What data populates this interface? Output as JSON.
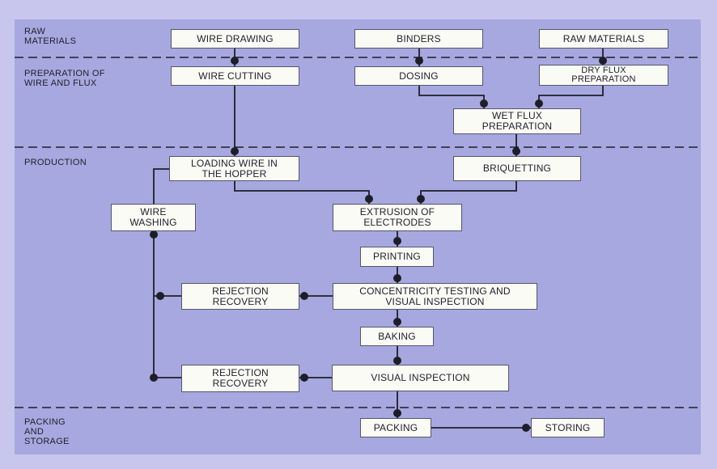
{
  "stages": {
    "raw_materials": "RAW\nMATERIALS",
    "preparation": "PREPARATION OF\nWIRE AND FLUX",
    "production": "PRODUCTION",
    "packing": "PACKING\nAND\nSTORAGE"
  },
  "boxes": {
    "wire_drawing": "WIRE DRAWING",
    "binders": "BINDERS",
    "raw_materials": "RAW MATERIALS",
    "wire_cutting": "WIRE CUTTING",
    "dosing": "DOSING",
    "dry_flux": "DRY FLUX\nPREPARATION",
    "wet_flux": "WET FLUX\nPREPARATION",
    "loading_wire": "LOADING WIRE IN\nTHE HOPPER",
    "briquetting": "BRIQUETTING",
    "wire_washing": "WIRE\nWASHING",
    "extrusion": "EXTRUSION OF\nELECTRODES",
    "printing": "PRINTING",
    "rejection_recovery_1": "REJECTION\nRECOVERY",
    "concentricity": "CONCENTRICITY TESTING AND\nVISUAL INSPECTION",
    "baking": "BAKING",
    "rejection_recovery_2": "REJECTION\nRECOVERY",
    "visual_inspection": "VISUAL INSPECTION",
    "packing": "PACKING",
    "storing": "STORING"
  }
}
